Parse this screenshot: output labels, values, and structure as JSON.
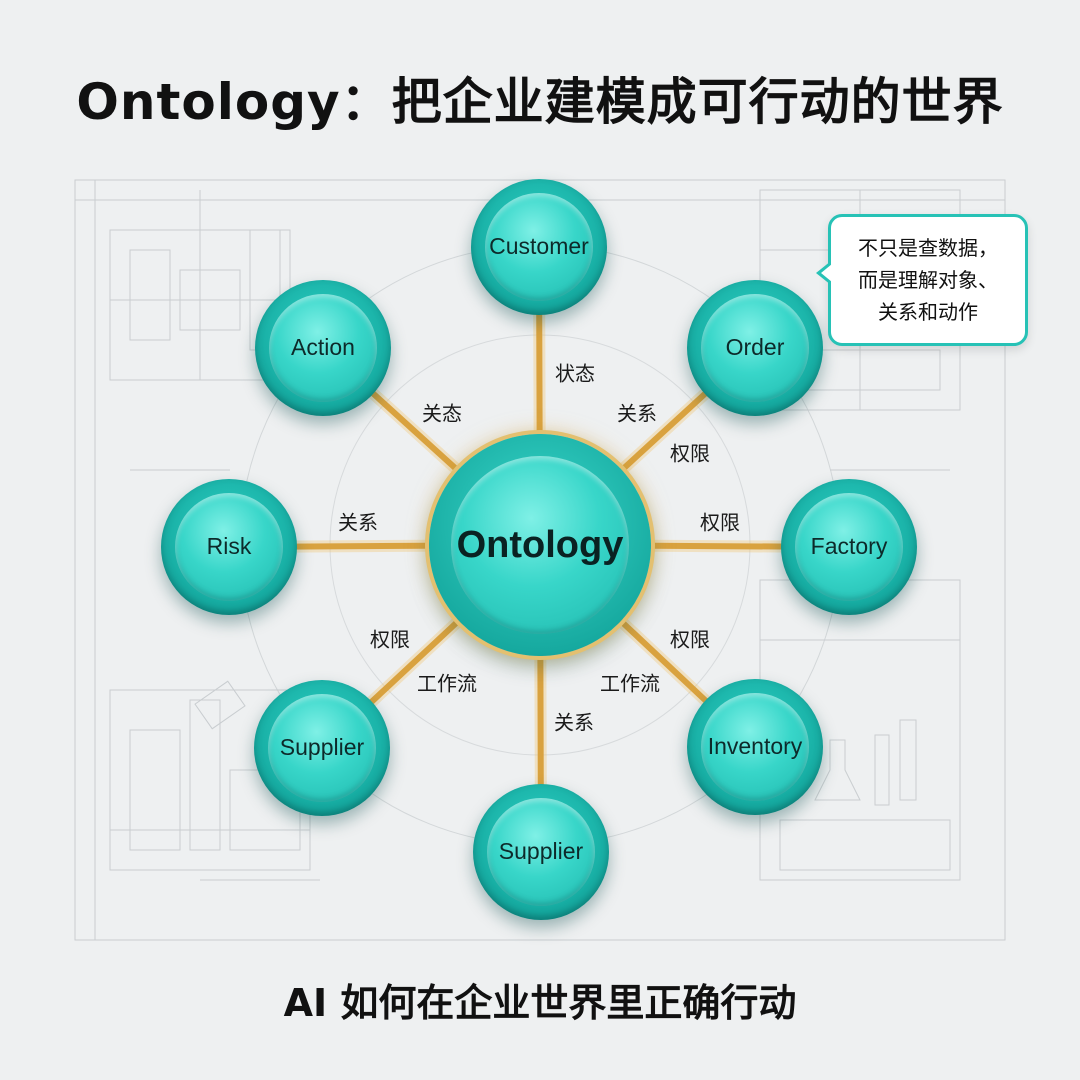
{
  "title": "Ontology：把企业建模成可行动的世界",
  "subtitle": "AI 如何在企业世界里正确行动",
  "center": {
    "label": "Ontology"
  },
  "nodes": [
    {
      "id": "customer",
      "label": "Customer"
    },
    {
      "id": "order",
      "label": "Order"
    },
    {
      "id": "factory",
      "label": "Factory"
    },
    {
      "id": "inventory",
      "label": "Inventory"
    },
    {
      "id": "supplier-bottom",
      "label": "Supplier"
    },
    {
      "id": "supplier-left",
      "label": "Supplier"
    },
    {
      "id": "risk",
      "label": "Risk"
    },
    {
      "id": "action",
      "label": "Action"
    }
  ],
  "edge_labels": [
    {
      "node": "customer",
      "text": "状态"
    },
    {
      "node": "order",
      "text": "关系"
    },
    {
      "node": "order",
      "text": "权限"
    },
    {
      "node": "factory",
      "text": "权限"
    },
    {
      "node": "inventory",
      "text": "权限"
    },
    {
      "node": "inventory",
      "text": "工作流"
    },
    {
      "node": "supplier-bottom",
      "text": "关系"
    },
    {
      "node": "supplier-left",
      "text": "权限"
    },
    {
      "node": "supplier-left",
      "text": "工作流"
    },
    {
      "node": "risk",
      "text": "关系"
    },
    {
      "node": "action",
      "text": "关态"
    }
  ],
  "callout": {
    "lines": [
      "不只是查数据，",
      "而是理解对象、",
      "关系和动作"
    ]
  },
  "colors": {
    "node": "#2ccabd",
    "connector": "#d9a23f",
    "callout_border": "#27c2b6",
    "background": "#eef0f1"
  }
}
